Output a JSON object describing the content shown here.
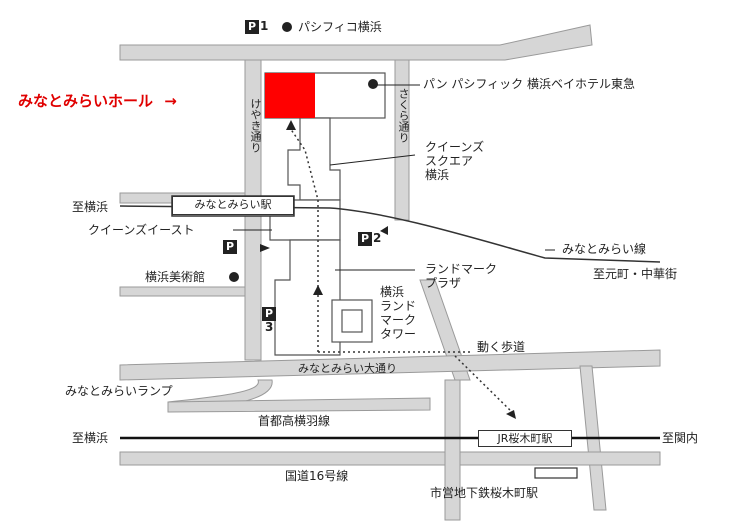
{
  "colors": {
    "road": "#d6d6d6",
    "road_edge": "#9a9a9a",
    "outline": "#555555",
    "venue": "#ff0000",
    "venue_label": "#e00000",
    "rail": "#111111"
  },
  "icons": {
    "parking": "parking-icon",
    "landmark_dot": "landmark-dot-icon",
    "direction_arrow": "arrow-icon"
  },
  "venue": {
    "label": "みなとみらいホール",
    "arrow": "→"
  },
  "parking": {
    "p1": {
      "mark": "P",
      "num": "1",
      "label": "パシフィコ横浜"
    },
    "p2": {
      "mark": "P",
      "num": "2"
    },
    "p3": {
      "mark": "P",
      "num": "3"
    },
    "p_plain": {
      "mark": "P"
    }
  },
  "labels": {
    "hotel": "パン パシフィック 横浜ベイホテル東急",
    "sakura_dori": "さくら通り",
    "keyaki_dori": "けやき通り",
    "queens_square": [
      "クイーンズ",
      "スクエア",
      "横浜"
    ],
    "to_yokohama_left": "至横浜",
    "mm_station": "みなとみらい駅",
    "queens_east": "クイーンズイースト",
    "art_museum": "横浜美術館",
    "mm_line": "みなとみらい線",
    "to_motomachi": "至元町・中華街",
    "landmark_plaza": [
      "ランドマーク",
      "プラザ"
    ],
    "landmark_tower": [
      "横浜",
      "ランド",
      "マーク",
      "タワー"
    ],
    "moving_walkway": "動く歩道",
    "mm_odori": "みなとみらい大通り",
    "mm_ramp": "みなとみらいランプ",
    "expressway": "首都高横羽線",
    "to_yokohama_bottom": "至横浜",
    "jr_station": "JR桜木町駅",
    "to_kannai": "至関内",
    "route16": "国道16号線",
    "subway_station": "市営地下鉄桜木町駅"
  }
}
